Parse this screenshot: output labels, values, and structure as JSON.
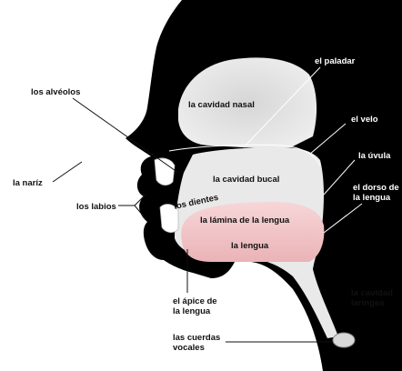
{
  "diagram": {
    "labels": {
      "alveolos": "los alvéolos",
      "cavidad_nasal": "la cavidad nasal",
      "paladar": "el paladar",
      "velo": "el velo",
      "nariz": "la naríz",
      "uvula": "la úvula",
      "cavidad_bucal": "la cavidad bucal",
      "dorso_1": "el dorso de",
      "dorso_2": "la lengua",
      "labios": "los labios",
      "dientes": "los dientes",
      "lamina": "la lámina de la lengua",
      "lengua": "la lengua",
      "apice_1": "el ápice de",
      "apice_2": "la lengua",
      "laringea_1": "la cavidad",
      "laringea_2": "laríngea",
      "cuerdas_1": "las cuerdas",
      "cuerdas_2": "vocales"
    },
    "colors": {
      "head": "#000000",
      "cavity": "#e6e6e6",
      "tongue": "#f3c6c8",
      "background": "#ffffff"
    }
  }
}
